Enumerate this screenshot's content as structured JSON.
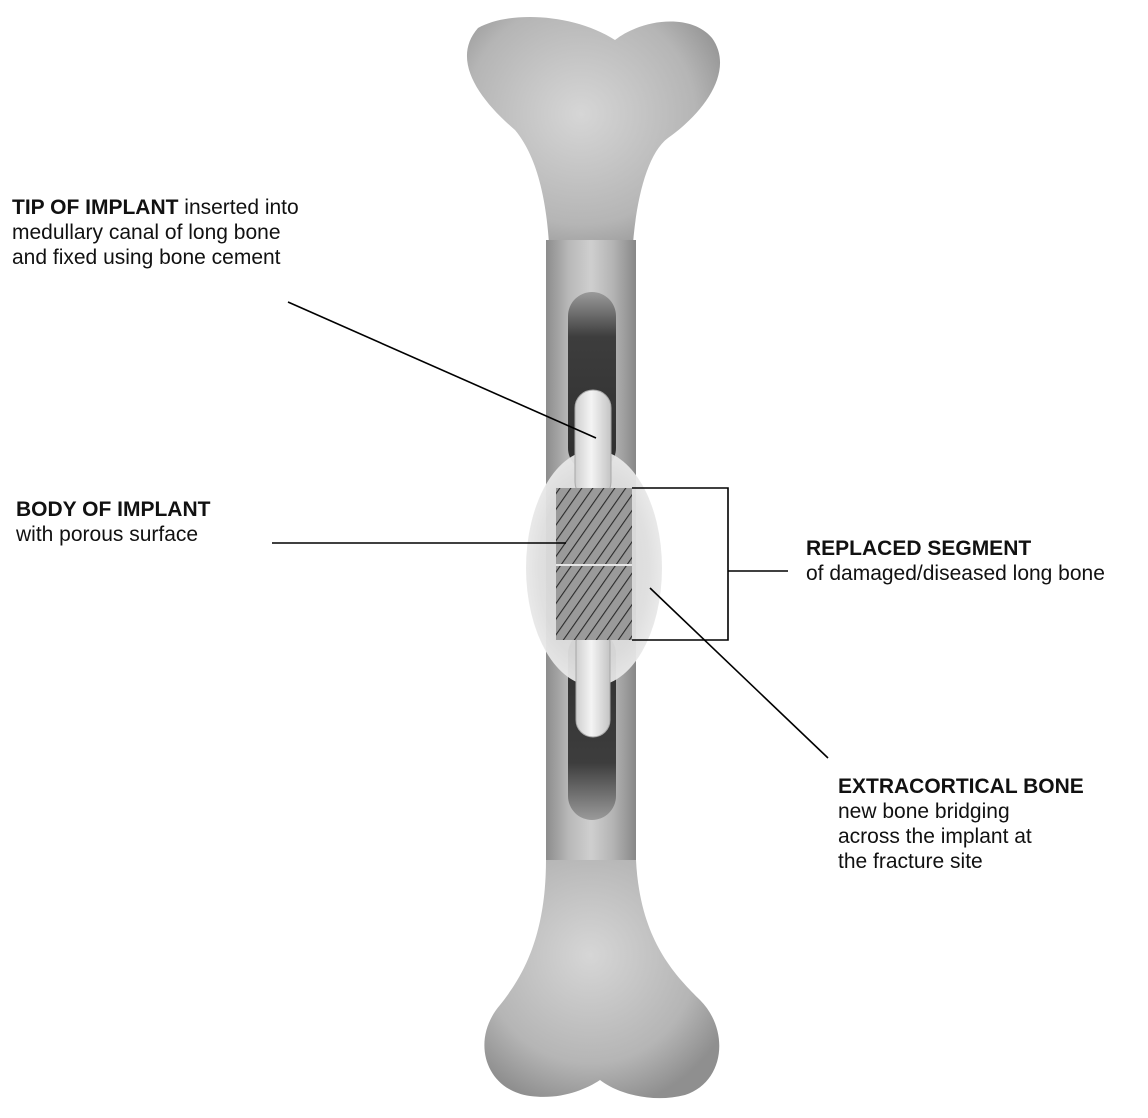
{
  "labels": {
    "tip": {
      "heading": "TIP OF IMPLANT",
      "line1_rest": " inserted into",
      "line2": "medullary canal of long bone",
      "line3": "and fixed using bone cement"
    },
    "body": {
      "heading": "BODY OF IMPLANT",
      "line2": "with porous surface"
    },
    "replaced": {
      "heading": "REPLACED SEGMENT",
      "line2": "of damaged/diseased long bone"
    },
    "extracortical": {
      "heading": "EXTRACORTICAL BONE",
      "line2": "new bone bridging",
      "line3": "across the implant at",
      "line4": "the fracture site"
    }
  },
  "colors": {
    "bone_light": "#c9c9c9",
    "bone_dark": "#8a8a8a",
    "canal": "#3f3f3f",
    "implant": "#ebebeb",
    "callus": "#dcdcdc",
    "leader": "#000000"
  }
}
